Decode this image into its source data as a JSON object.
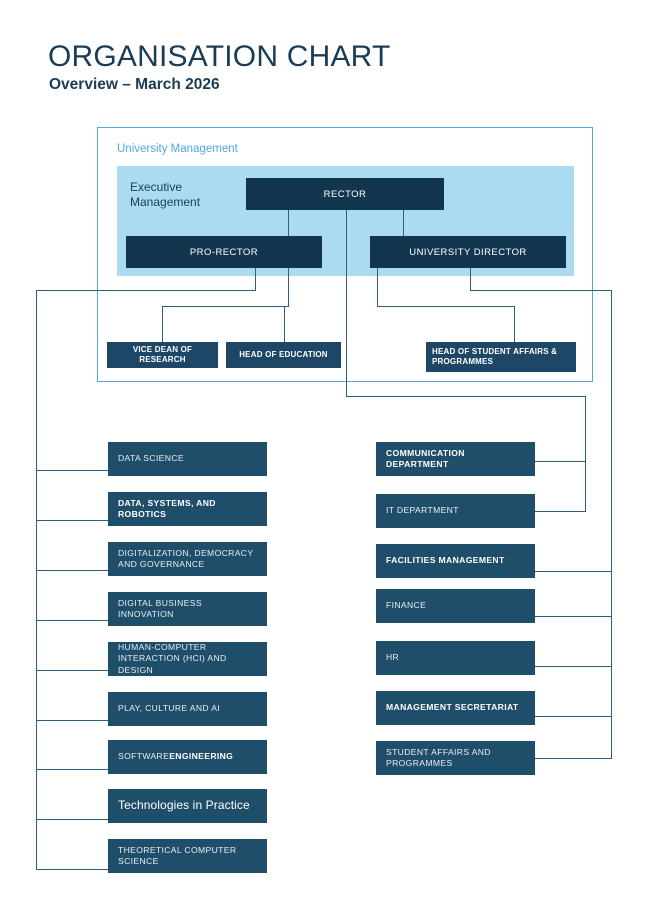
{
  "title": {
    "main": "ORGANISATION CHART",
    "sub": "Overview – March 2026"
  },
  "panel": {
    "label": "University Management",
    "exec_label": "Executive Management"
  },
  "colors": {
    "executive_box": "#13364f",
    "mid_box": "#1d4667",
    "department_box": "#1f4e6b",
    "panel_fill": "#aadbf0",
    "panel_border": "#4fa9e0",
    "connector": "#2e5d7d",
    "title_text": "#1b3c56"
  },
  "executive": [
    {
      "id": "rector",
      "label": "RECTOR"
    },
    {
      "id": "pro-rector",
      "label": "PRO-RECTOR"
    },
    {
      "id": "university-director",
      "label": "UNIVERSITY DIRECTOR"
    }
  ],
  "mid_level": [
    {
      "id": "vice-dean-of-research",
      "label": "VICE DEAN OF RESEARCH"
    },
    {
      "id": "head-of-education",
      "label": "HEAD OF EDUCATION"
    },
    {
      "id": "head-of-student-affairs",
      "label": "HEAD OF STUDENT AFFAIRS & PROGRAMMES"
    }
  ],
  "academic_departments": [
    {
      "id": "data-science",
      "label": "DATA SCIENCE",
      "emphasis": "normal"
    },
    {
      "id": "data-systems-and-robotics",
      "label": "DATA, SYSTEMS, AND ROBOTICS",
      "emphasis": "bold"
    },
    {
      "id": "digitalization-democracy-and-governance",
      "label": "DIGITALIZATION, DEMOCRACY AND GOVERNANCE",
      "emphasis": "normal"
    },
    {
      "id": "digital-business-innovation",
      "label": "DIGITAL BUSINESS INNOVATION",
      "emphasis": "normal"
    },
    {
      "id": "human-computer-interaction-and-design",
      "label": "HUMAN-COMPUTER INTERACTION (HCI) AND DESIGN",
      "emphasis": "normal"
    },
    {
      "id": "play-culture-and-ai",
      "label": "PLAY, CULTURE AND AI",
      "emphasis": "normal"
    },
    {
      "id": "software-engineering",
      "label": "SOFTWARE ENGINEERING",
      "emphasis": "partial-bold",
      "plain_prefix": "SOFTWARE ",
      "bold_suffix": "ENGINEERING"
    },
    {
      "id": "technologies-in-practice",
      "label": "Technologies in Practice",
      "emphasis": "title-case"
    },
    {
      "id": "theoretical-computer-science",
      "label": "THEORETICAL COMPUTER SCIENCE",
      "emphasis": "normal"
    }
  ],
  "administrative_departments": [
    {
      "id": "communication-department",
      "label": "COMMUNICATION DEPARTMENT",
      "emphasis": "bold"
    },
    {
      "id": "it-department",
      "label": "IT DEPARTMENT",
      "emphasis": "normal"
    },
    {
      "id": "facilities-management",
      "label": "FACILITIES MANAGEMENT",
      "emphasis": "bold"
    },
    {
      "id": "finance",
      "label": "FINANCE",
      "emphasis": "normal"
    },
    {
      "id": "hr",
      "label": "HR",
      "emphasis": "normal"
    },
    {
      "id": "management-secretariat",
      "label": "MANAGEMENT SECRETARIAT",
      "emphasis": "bold"
    },
    {
      "id": "student-affairs-and-programmes",
      "label": "STUDENT AFFAIRS AND PROGRAMMES",
      "emphasis": "normal"
    }
  ]
}
